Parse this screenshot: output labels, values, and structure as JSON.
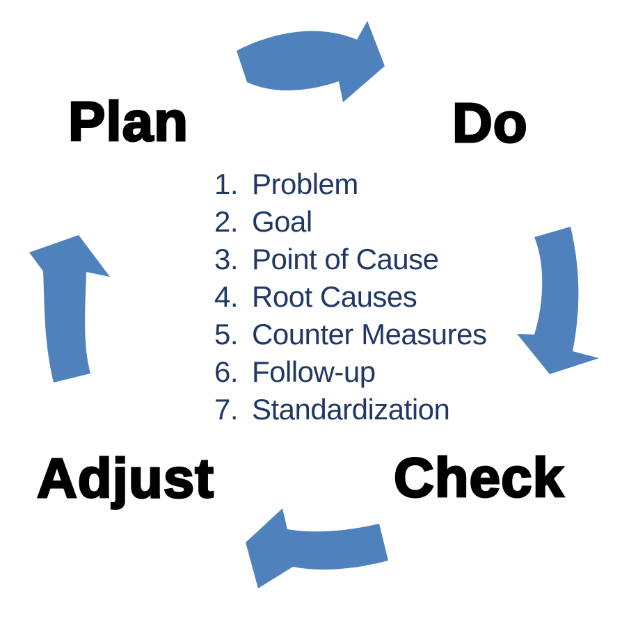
{
  "diagram": {
    "labels": {
      "plan": "Plan",
      "do": "Do",
      "adjust": "Adjust",
      "check": "Check"
    },
    "steps": [
      {
        "num": "1.",
        "label": "Problem"
      },
      {
        "num": "2.",
        "label": "Goal"
      },
      {
        "num": "3.",
        "label": "Point of Cause"
      },
      {
        "num": "4.",
        "label": "Root Causes"
      },
      {
        "num": "5.",
        "label": "Counter Measures"
      },
      {
        "num": "6.",
        "label": "Follow-up"
      },
      {
        "num": "7.",
        "label": "Standardization"
      }
    ],
    "icons": {
      "top": "curved-arrow-right",
      "right": "curved-arrow-down",
      "bottom": "curved-arrow-left",
      "left": "curved-arrow-up"
    }
  },
  "colors": {
    "arrow": "#4F81BD",
    "heading": "#000000",
    "list_text": "#1F3864",
    "background": "#FFFFFF"
  }
}
